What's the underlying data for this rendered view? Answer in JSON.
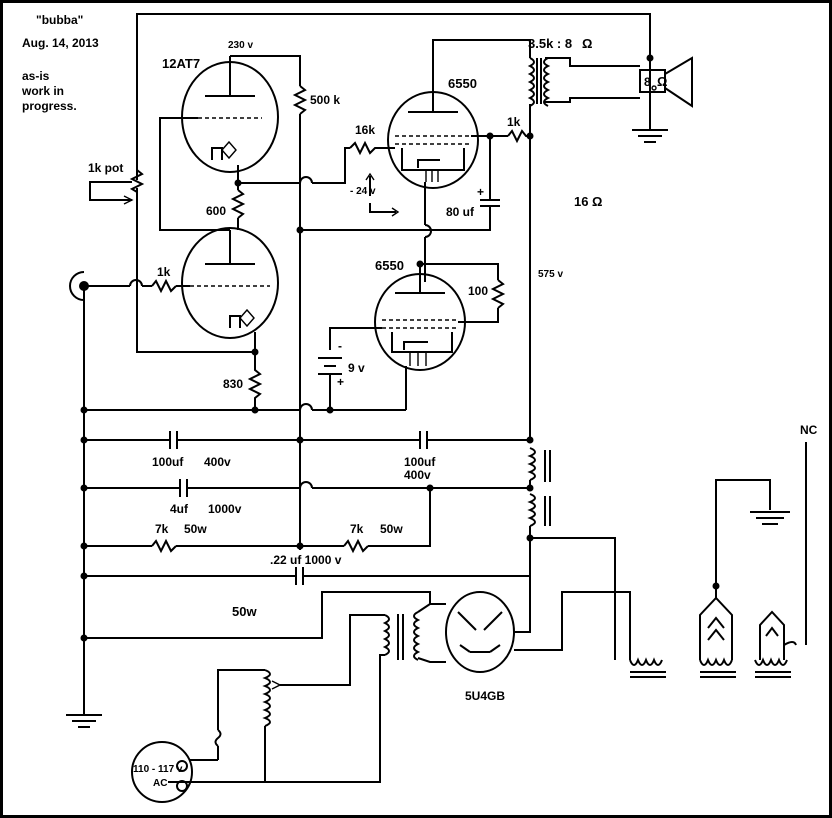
{
  "notes": {
    "name": "\"bubba\"",
    "date": "Aug. 14, 2013",
    "status_line1": "as-is",
    "status_line2": "work in",
    "status_line3": "progress."
  },
  "tubes": {
    "preamp": "12AT7",
    "output_top": "6550",
    "output_bottom": "6550",
    "rectifier": "5U4GB"
  },
  "labels": {
    "v230": "230 v",
    "r500k": "500 k",
    "pot1k": "1k pot",
    "r600": "600",
    "r1k_in": "1k",
    "r830": "830",
    "r16k": "16k",
    "r1k_out": "1k",
    "neg24": "- 24 v",
    "c80": "80 uf",
    "c80_plus": "+",
    "r100": "100",
    "bat_minus": "-",
    "bat9": "9 v",
    "bat_plus": "+",
    "v575": "575 v",
    "ot_ratio": "3.5k : 8",
    "spk8": "8",
    "tap16": "16",
    "cap1_val": "100uf",
    "cap1_v": "400v",
    "cap2_val": "100uf",
    "cap2_v": "400v",
    "cap3_val": "4uf",
    "cap3_v": "1000v",
    "res7k_a": "7k",
    "res7k_a_w": "50w",
    "res7k_b": "7k",
    "res7k_b_w": "50w",
    "cap22": ".22 uf 1000 v",
    "w50": "50w",
    "nc": "NC",
    "ac_line1": "110 - 117 v",
    "ac_line2": "AC"
  }
}
